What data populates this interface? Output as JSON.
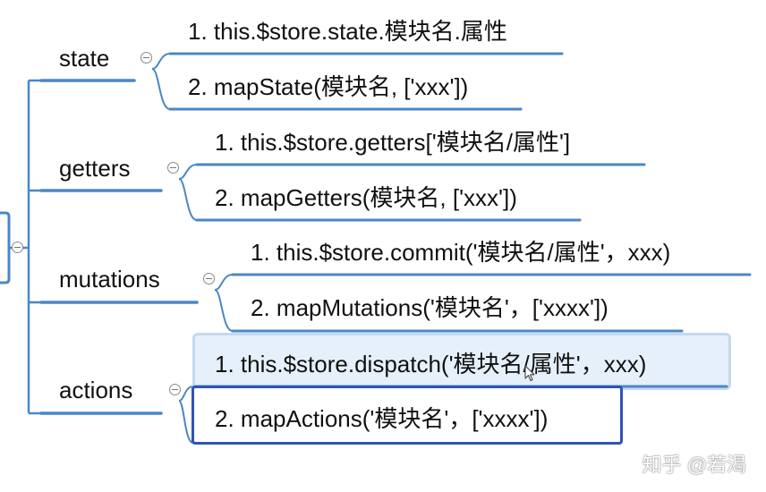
{
  "root": {
    "name": ""
  },
  "nodes": {
    "state": {
      "label": "state",
      "children": [
        "1. this.$store.state.模块名.属性",
        "2. mapState(模块名, ['xxx'])"
      ]
    },
    "getters": {
      "label": "getters",
      "children": [
        "1. this.$store.getters['模块名/属性']",
        "2. mapGetters(模块名, ['xxx'])"
      ]
    },
    "mutations": {
      "label": "mutations",
      "children": [
        "1. this.$store.commit('模块名/属性'，xxx)",
        "2. mapMutations('模块名'，['xxxx'])"
      ]
    },
    "actions": {
      "label": "actions",
      "children": [
        "1. this.$store.dispatch('模块名/属性'，xxx)",
        "2. mapActions('模块名'，['xxxx'])"
      ]
    }
  },
  "watermark": "知乎 @若渴",
  "colors": {
    "line": "#4b87c5",
    "selection_fill": "#e6f0fa",
    "selection_border": "#2e54b5"
  },
  "icons": [
    "collapse-icon"
  ]
}
